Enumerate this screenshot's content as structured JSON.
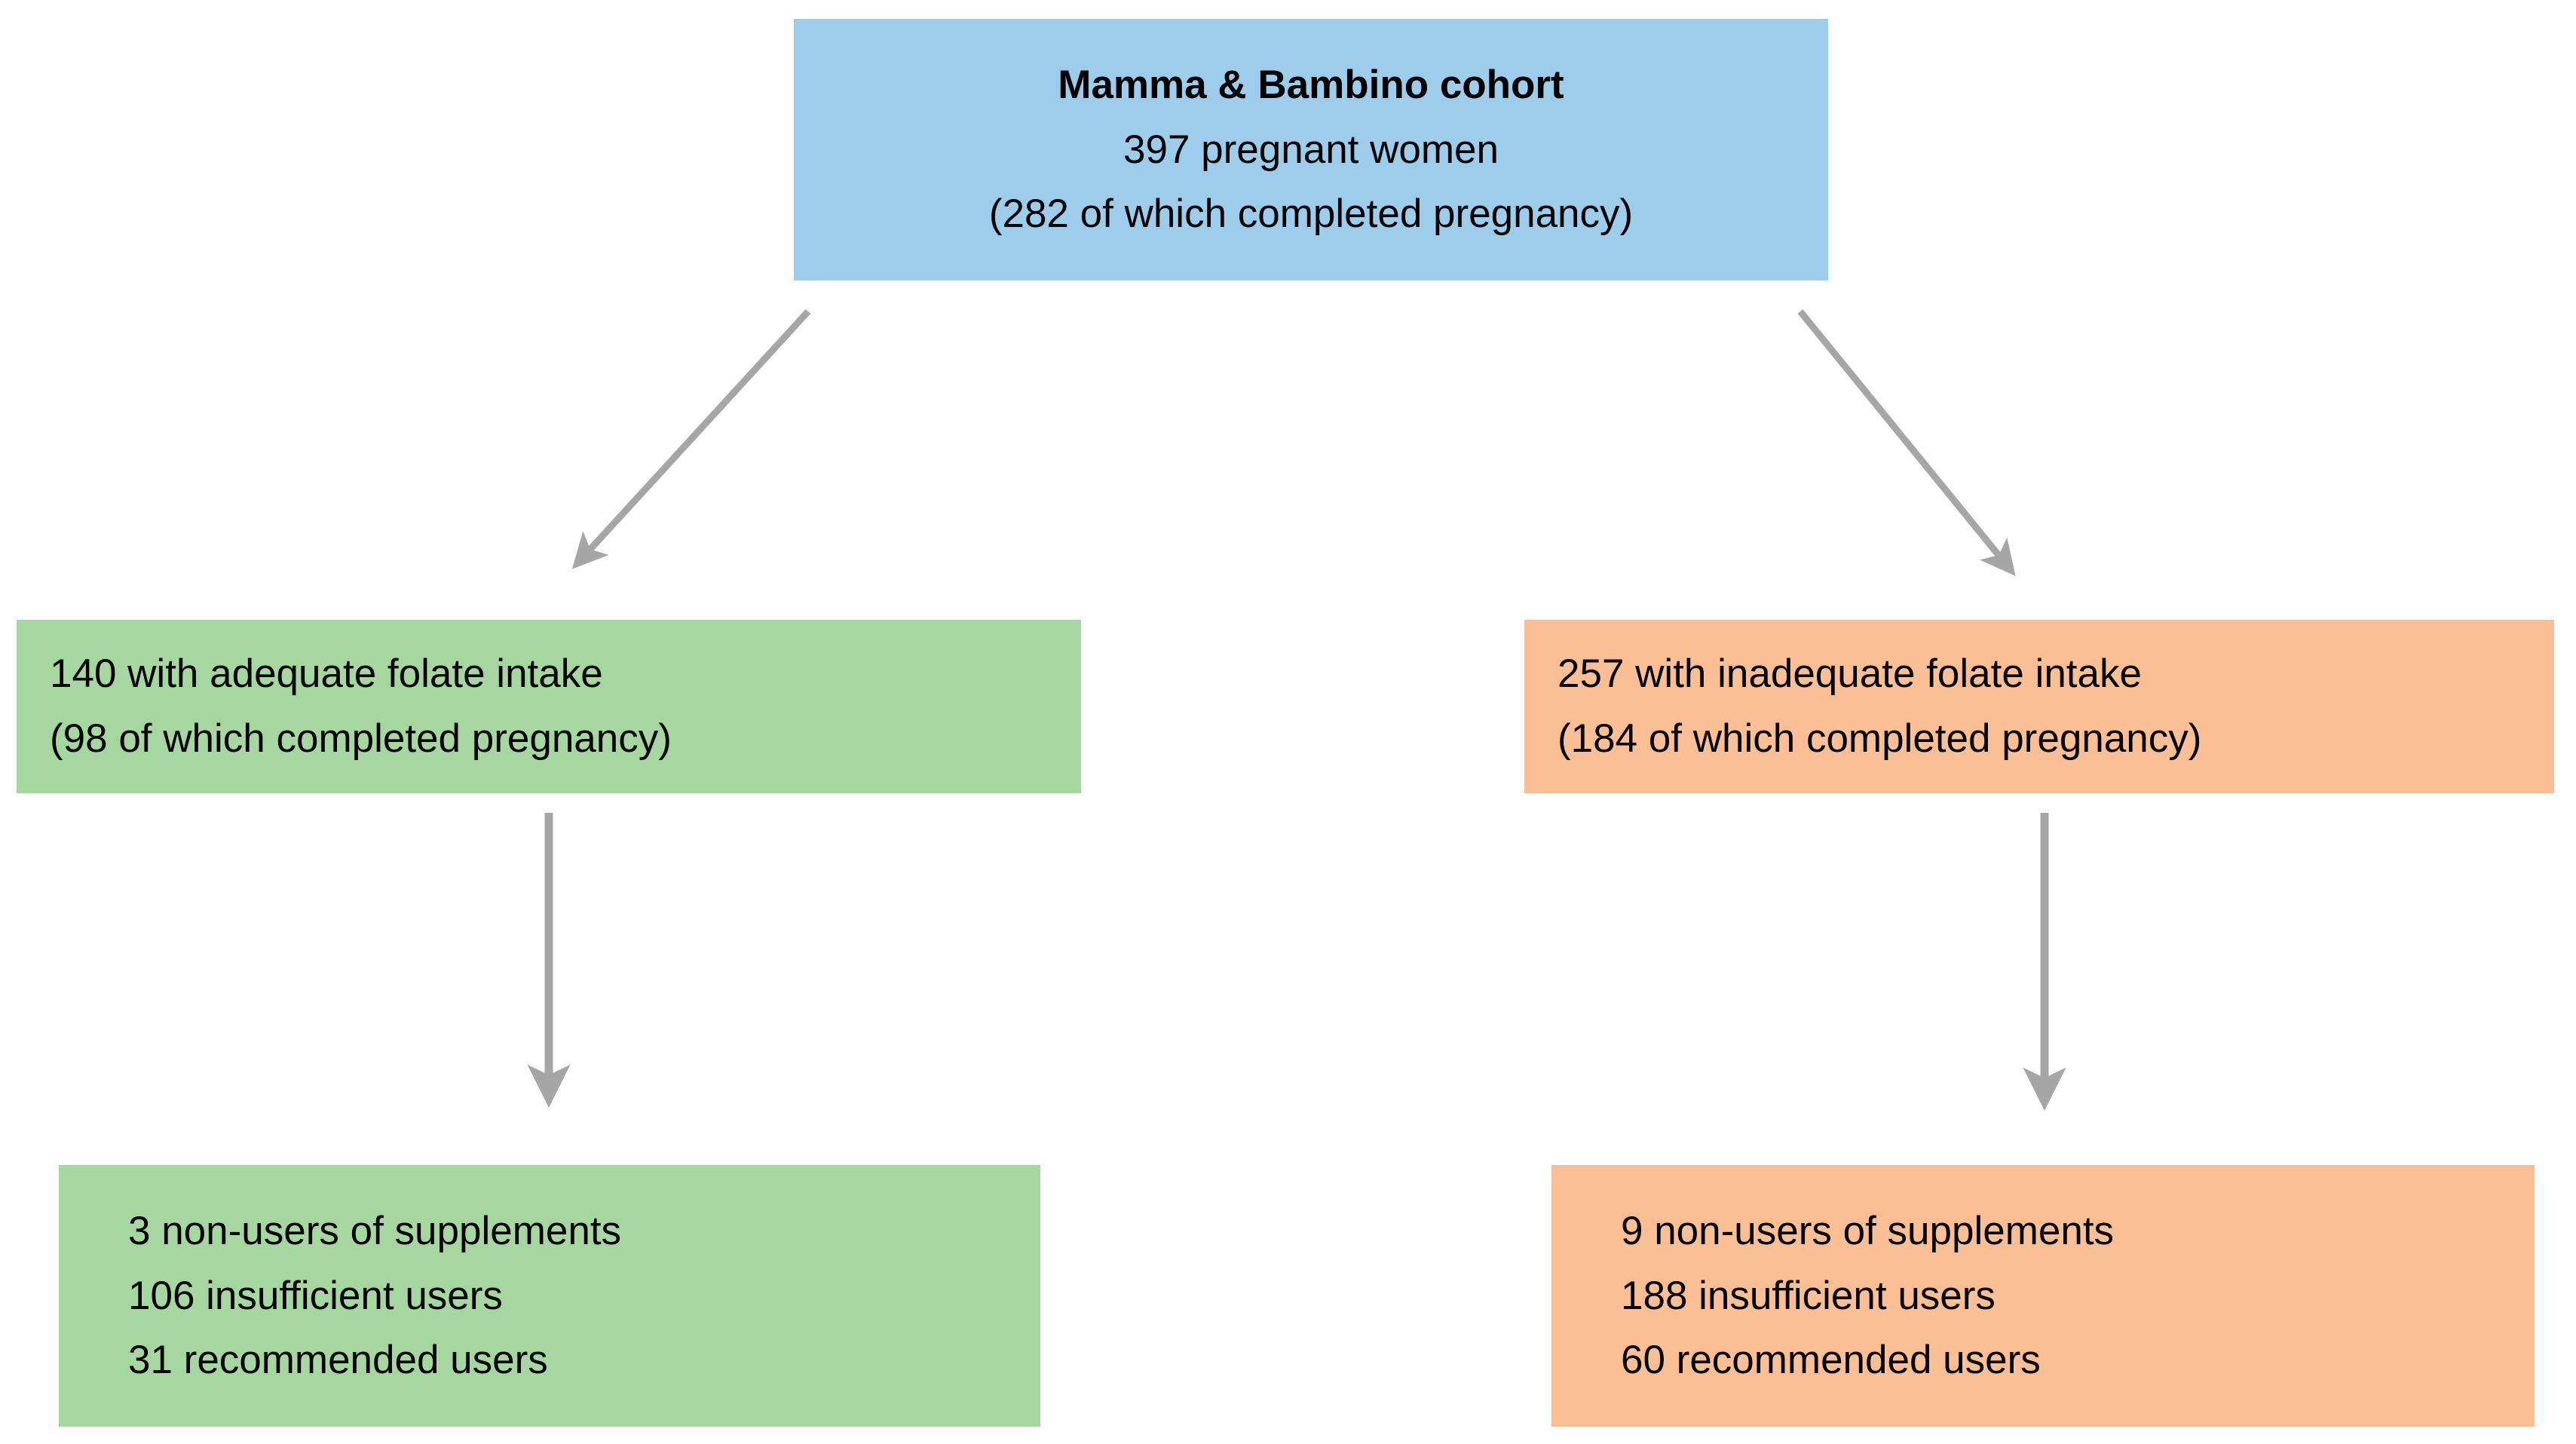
{
  "diagram": {
    "title": "Mamma & Bambino cohort folate intake flow diagram",
    "type": "flowchart",
    "colors": {
      "cohort_box": "#9DCDEB",
      "adequate_box": "#A6D7A0",
      "inadequate_box": "#FBBF95",
      "arrow": "#A6A6A6",
      "text": "#000000",
      "background": "#FFFFFF"
    },
    "nodes": {
      "cohort": {
        "id": "cohort",
        "color": "#9DCDEB",
        "lines": [
          "Mamma & Bambino cohort",
          "397 pregnant women",
          "(282 of which completed pregnancy)"
        ],
        "bold_lines": [
          true,
          false,
          false
        ],
        "total": 397,
        "completed_pregnancy": 282
      },
      "adequate": {
        "id": "adequate",
        "color": "#A6D7A0",
        "lines": [
          "140 with adequate folate intake",
          "(98 of which completed pregnancy)"
        ],
        "count": 140,
        "completed_pregnancy": 98
      },
      "inadequate": {
        "id": "inadequate",
        "color": "#FBBF95",
        "lines": [
          "257 with inadequate folate intake",
          "(184 of which completed pregnancy)"
        ],
        "count": 257,
        "completed_pregnancy": 184
      },
      "adequate_breakdown": {
        "id": "adequate-breakdown",
        "color": "#A6D7A0",
        "lines": [
          "3 non-users of supplements",
          "106 insufficient users",
          "31 recommended users"
        ],
        "non_users": 3,
        "insufficient_users": 106,
        "recommended_users": 31
      },
      "inadequate_breakdown": {
        "id": "inadequate-breakdown",
        "color": "#FBBF95",
        "lines": [
          "9 non-users of supplements",
          "188 insufficient users",
          "60 recommended users"
        ],
        "non_users": 9,
        "insufficient_users": 188,
        "recommended_users": 60
      }
    },
    "edges": [
      {
        "id": "cohort-to-adequate",
        "from": "cohort",
        "to": "adequate",
        "style": "diagonal-left",
        "label": ""
      },
      {
        "id": "cohort-to-inadequate",
        "from": "cohort",
        "to": "inadequate",
        "style": "diagonal-right",
        "label": ""
      },
      {
        "id": "adequate-to-breakdown",
        "from": "adequate",
        "to": "adequate_breakdown",
        "style": "vertical",
        "label": ""
      },
      {
        "id": "inadequate-to-breakdown",
        "from": "inadequate",
        "to": "inadequate_breakdown",
        "style": "vertical",
        "label": ""
      }
    ]
  }
}
